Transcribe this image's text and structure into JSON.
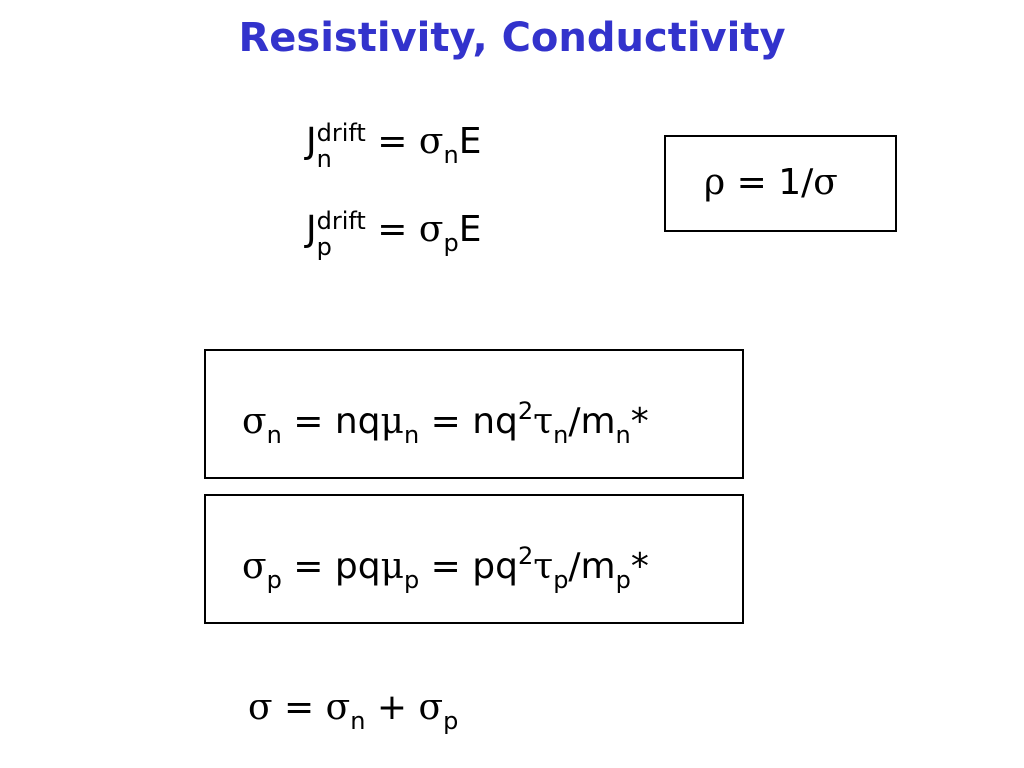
{
  "title": "Resistivity, Conductivity",
  "eq_jn": {
    "J": "J",
    "sup": "drift",
    "sub": "n",
    "eq": "=",
    "sigma": "σ",
    "sigma_sub": "n",
    "E": "E"
  },
  "eq_jp": {
    "J": "J",
    "sup": "drift",
    "sub": "p",
    "eq": "=",
    "sigma": "σ",
    "sigma_sub": "p",
    "E": "E"
  },
  "eq_rho": {
    "rho": "ρ",
    "middle": "= 1/",
    "sigma": "σ"
  },
  "eq_sigma_n": {
    "sigma": "σ",
    "sigma_sub": "n",
    "part1": "= nq",
    "mu": "μ",
    "mu_sub": "n",
    "part2": "= nq",
    "sq": "2",
    "tau": "τ",
    "tau_sub": "n",
    "part3": "/m",
    "m_sub": "n",
    "star": "*"
  },
  "eq_sigma_p": {
    "sigma": "σ",
    "sigma_sub": "p",
    "part1": "= pq",
    "mu": "μ",
    "mu_sub": "p",
    "part2": "= pq",
    "sq": "2",
    "tau": "τ",
    "tau_sub": "p",
    "part3": "/m",
    "m_sub": "p",
    "star": "*"
  },
  "eq_total": {
    "sigma": "σ",
    "eq": "=",
    "sigma_n": "σ",
    "n_sub": "n",
    "plus": "+",
    "sigma_p": "σ",
    "p_sub": "p"
  }
}
